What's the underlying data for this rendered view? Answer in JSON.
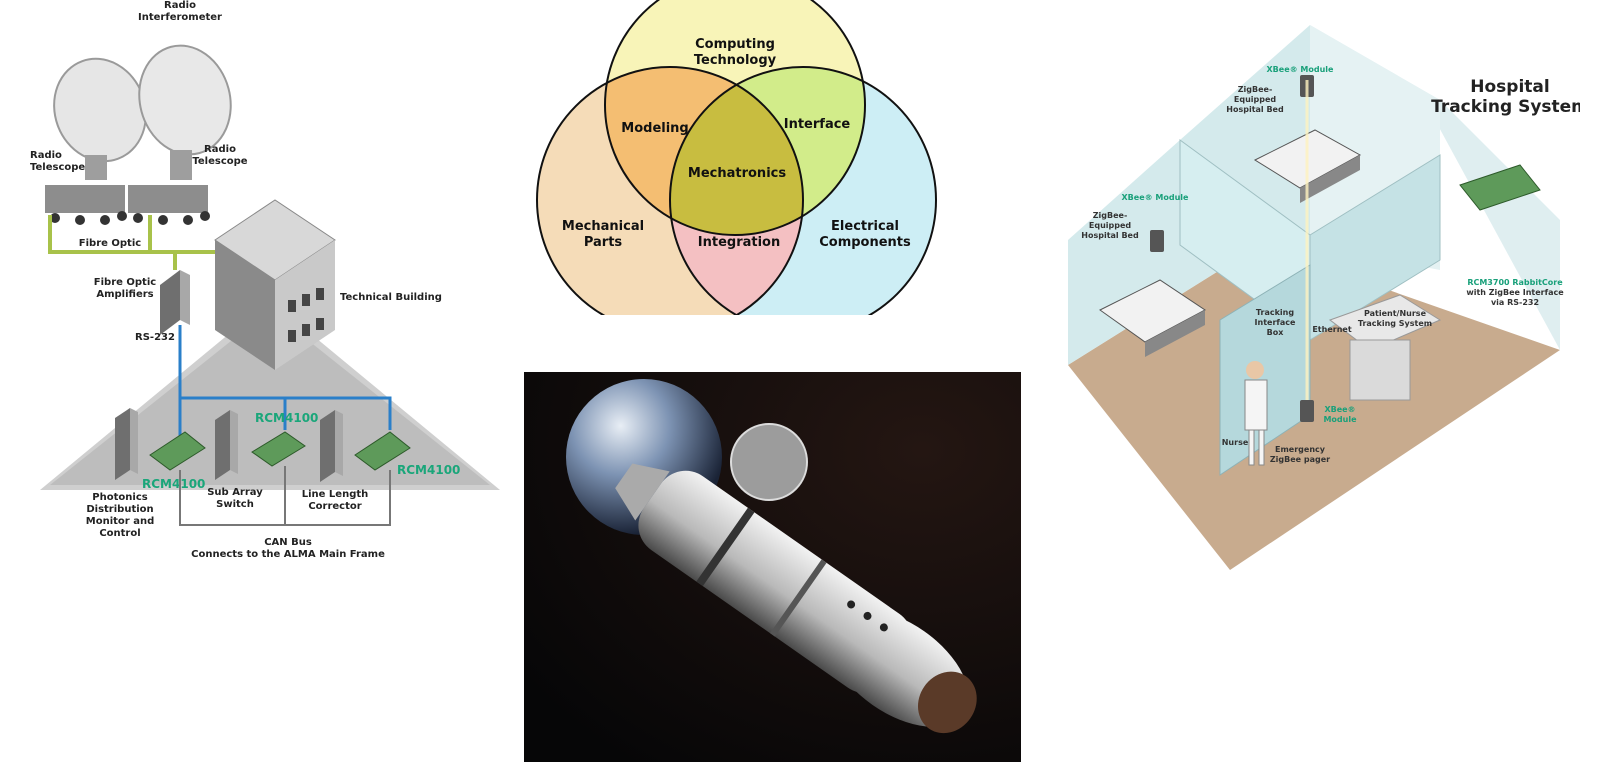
{
  "alma": {
    "radio_interferometer": [
      "Radio",
      "Interferometer"
    ],
    "radio_telescope_left": [
      "Radio",
      "Telescope"
    ],
    "radio_telescope_right": [
      "Radio",
      "Telescope"
    ],
    "fibre_optic": "Fibre Optic",
    "fibre_optic_amplifiers": [
      "Fibre Optic",
      "Amplifiers"
    ],
    "technical_building": "Technical Building",
    "rs232": "RS-232",
    "rcm_top": "RCM4100",
    "rcm_right": "RCM4100",
    "rcm_left": "RCM4100",
    "photonics": [
      "Photonics",
      "Distribution",
      "Monitor and",
      "Control"
    ],
    "sub_array": [
      "Sub Array",
      "Switch"
    ],
    "line_length": [
      "Line Length",
      "Corrector"
    ],
    "can_bus": [
      "CAN Bus",
      "Connects to the ALMA Main Frame"
    ],
    "colors": {
      "fibre": "#a8c24a",
      "bus": "#2a7fc9",
      "accent": "#1aa67a"
    }
  },
  "venn": {
    "computing": [
      "Computing",
      "Technology"
    ],
    "modeling": "Modeling",
    "interface": "Interface",
    "mechatronics": "Mechatronics",
    "mechanical": [
      "Mechanical",
      "Parts"
    ],
    "integration": "Integration",
    "electrical": [
      "Electrical",
      "Components"
    ],
    "colors": {
      "top": "#f8f4b8",
      "left": "#f5dcb8",
      "right": "#cdeef5"
    }
  },
  "hospital": {
    "title": [
      "Hospital",
      "Tracking System"
    ],
    "xbee_top": "XBee® Module",
    "bed_top": [
      "ZigBee-",
      "Equipped",
      "Hospital Bed"
    ],
    "xbee_left": "XBee® Module",
    "bed_left": [
      "ZigBee-",
      "Equipped",
      "Hospital Bed"
    ],
    "rcm": [
      "RCM3700 RabbitCore",
      "with ZigBee Interface",
      "via RS-232"
    ],
    "tracking_box": [
      "Tracking",
      "Interface",
      "Box"
    ],
    "ethernet": "Ethernet",
    "patient_nurse": [
      "Patient/Nurse",
      "Tracking System"
    ],
    "xbee_pager": [
      "XBee®",
      "Module"
    ],
    "nurse": "Nurse",
    "pager": [
      "Emergency",
      "ZigBee pager"
    ]
  },
  "space": {
    "description_icon": "spacecraft-over-earth"
  }
}
